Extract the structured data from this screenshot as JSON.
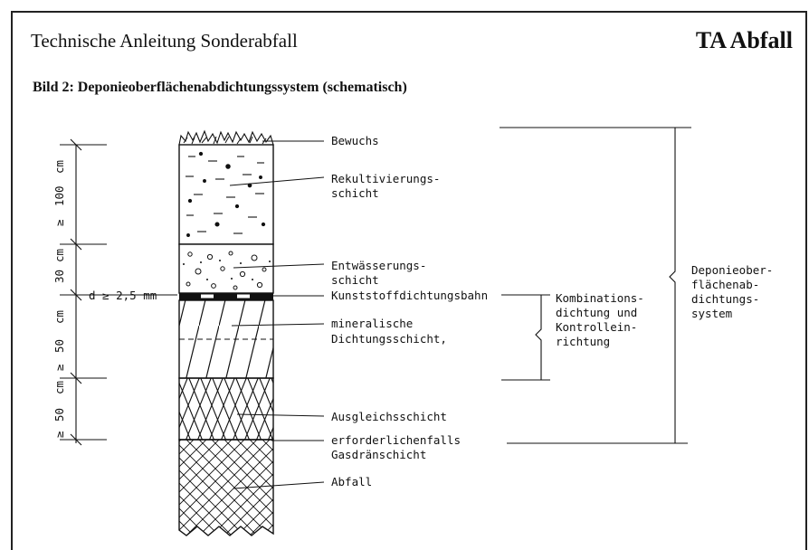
{
  "header": {
    "left_title": "Technische Anleitung Sonderabfall",
    "right_title": "TA Abfall"
  },
  "figure": {
    "caption": "Bild 2: Deponieoberflächenabdichtungssystem (schematisch)"
  },
  "dimensions": {
    "top_layer": [
      "≥",
      "100",
      "cm"
    ],
    "drainage_layer": [
      "30",
      "cm"
    ],
    "sealing_layer": [
      "≥",
      "50",
      "cm"
    ],
    "leveling_layer": [
      "≥",
      "50",
      "cm"
    ],
    "membrane_thickness": "d ≥ 2,5 mm"
  },
  "layer_labels": {
    "bewuchs": "Bewuchs",
    "rekultivierung": [
      "Rekultivierungs-",
      "schicht"
    ],
    "entwaesserung": [
      "Entwässerungs-",
      "schicht"
    ],
    "kunststoff": "Kunststoffdichtungsbahn",
    "mineralisch": [
      "mineralische",
      "Dichtungsschicht,"
    ],
    "ausgleich": "Ausgleichsschicht",
    "gasdraen": [
      "erforderlichenfalls",
      "Gasdränschicht"
    ],
    "abfall": "Abfall"
  },
  "brackets": {
    "kombination": [
      "Kombinations-",
      "dichtung und",
      "Kontrollein-",
      "richtung"
    ],
    "system": [
      "Deponieober-",
      "flächenab-",
      "dichtungs-",
      "system"
    ]
  }
}
